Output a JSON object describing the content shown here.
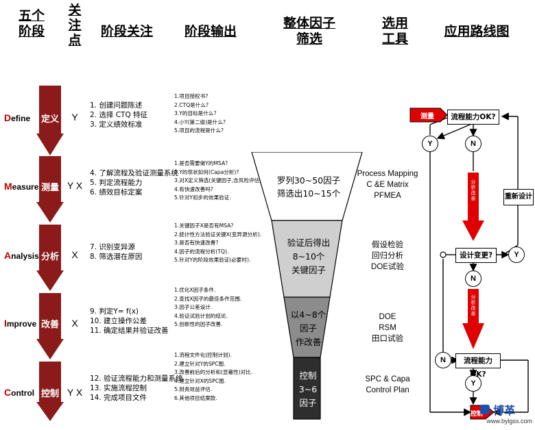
{
  "headers": {
    "stages": "五个\n阶段",
    "focus": "关\n注\n点",
    "stage_focus": "阶段关注",
    "stage_output": "阶段输出",
    "factor_screen": "整体因子\n筛选",
    "tools": "选用\n工具",
    "roadmap": "应用路线图"
  },
  "phases": [
    {
      "cap": "D",
      "rest": "efine",
      "cn": "定义",
      "focus": "Y",
      "items": [
        "1. 创建问题陈述",
        "2. 选择 CTQ 特征",
        "3. 定义绩效标准"
      ],
      "outputs": [
        "1.项目授权书?",
        "2.CTQ是什么?",
        "3.Y的目标是什么?",
        "4.小Y(第二级)是什么?",
        "5.项目的流程是什么?"
      ]
    },
    {
      "cap": "M",
      "rest": "easure",
      "cn": "测量",
      "focus": "Y X",
      "items": [
        "4. 了解流程及验证测量系统",
        "5. 判定流程能力",
        "6. 绩效目标定案"
      ],
      "outputs": [
        "1.是否需要做Y的MSA?",
        "2.Y的现状如何(Capa分析)?",
        "3.对X定义筛选(关键因子,含风险评估).",
        "4.有快速改善吗?",
        "5.针对Y初步的效果验证."
      ]
    },
    {
      "cap": "A",
      "rest": "nalysis",
      "cn": "分析",
      "focus": "X",
      "items": [
        "7. 识别变异源",
        "8. 筛选潜在原因"
      ],
      "outputs": [
        "1.关键因子X是否有MSA?",
        "2.统计性方法验证关键X(变异源分析).",
        "3.是否有快速改善?",
        "4.因子的流程分析(TQ).",
        "5.针对Y的阶段效果验证(必要时)."
      ]
    },
    {
      "cap": "I",
      "rest": "mprove",
      "cn": "改善",
      "focus": "X",
      "items": [
        "9.  判定Y= f(x)",
        "10. 建立操作公差",
        "11. 确定结果并验证改善"
      ],
      "outputs": [
        "1.优化X因子条件.",
        "2.查找X因子的最佳条件范围.",
        "3.因子公差设计.",
        "4.验证试验计划的结论.",
        "5.创新性的因子改善."
      ]
    },
    {
      "cap": "C",
      "rest": "ontrol",
      "cn": "控制",
      "focus": "Y X",
      "items": [
        "12. 验证流程能力和测量系统",
        "13. 实施流程控制",
        "14. 完成项目文件"
      ],
      "outputs": [
        "1.流程文件化(控制计划).",
        "2.建立针对Y的SPC图.",
        "3.改善前后的分析和(显著性)对比.",
        "4.建立针对X的SPC图.",
        "5.财务效益评估.",
        "6.其他项目结案款."
      ]
    }
  ],
  "funnel": {
    "stage1": "罗列30~50因子\n筛选出10~15个",
    "stage2": "验证后得出\n8~10个\n关键因子",
    "stage3": "以4~8个\n因子\n作改善",
    "stage4": "控制\n3~6\n因子"
  },
  "tools": [
    "Process Mapping\nC &E Matrix\nPFMEA",
    "假设检验\n回归分析\nDOE试验",
    "DOE\nRSM\n田口试验",
    "SPC & Capa\nControl Plan"
  ],
  "roadmap": {
    "measure_tag": "测量",
    "capability_ok_1": "流程能力OK?",
    "yes_1": "Y",
    "no_1": "N",
    "redesign": "重新设计",
    "design_change": "设计变更?",
    "yes_2": "Y",
    "no_2": "N",
    "no_3": "N",
    "capability_ok_2": "流程能力OK?",
    "yes_3": "Y",
    "vertical_1": "分析改善",
    "vertical_2": "分析改善",
    "control_tag": "控制"
  },
  "watermark": {
    "brand": "博革",
    "url": "www.bylgss.com"
  },
  "colors": {
    "arrow_red": "#8b1a1a",
    "flow_red": "#e00000",
    "funnel_top": "#ffffff",
    "funnel_mid1": "#cfcfcf",
    "funnel_mid2": "#8c8c8c",
    "funnel_bottom": "#2e2e2e"
  }
}
